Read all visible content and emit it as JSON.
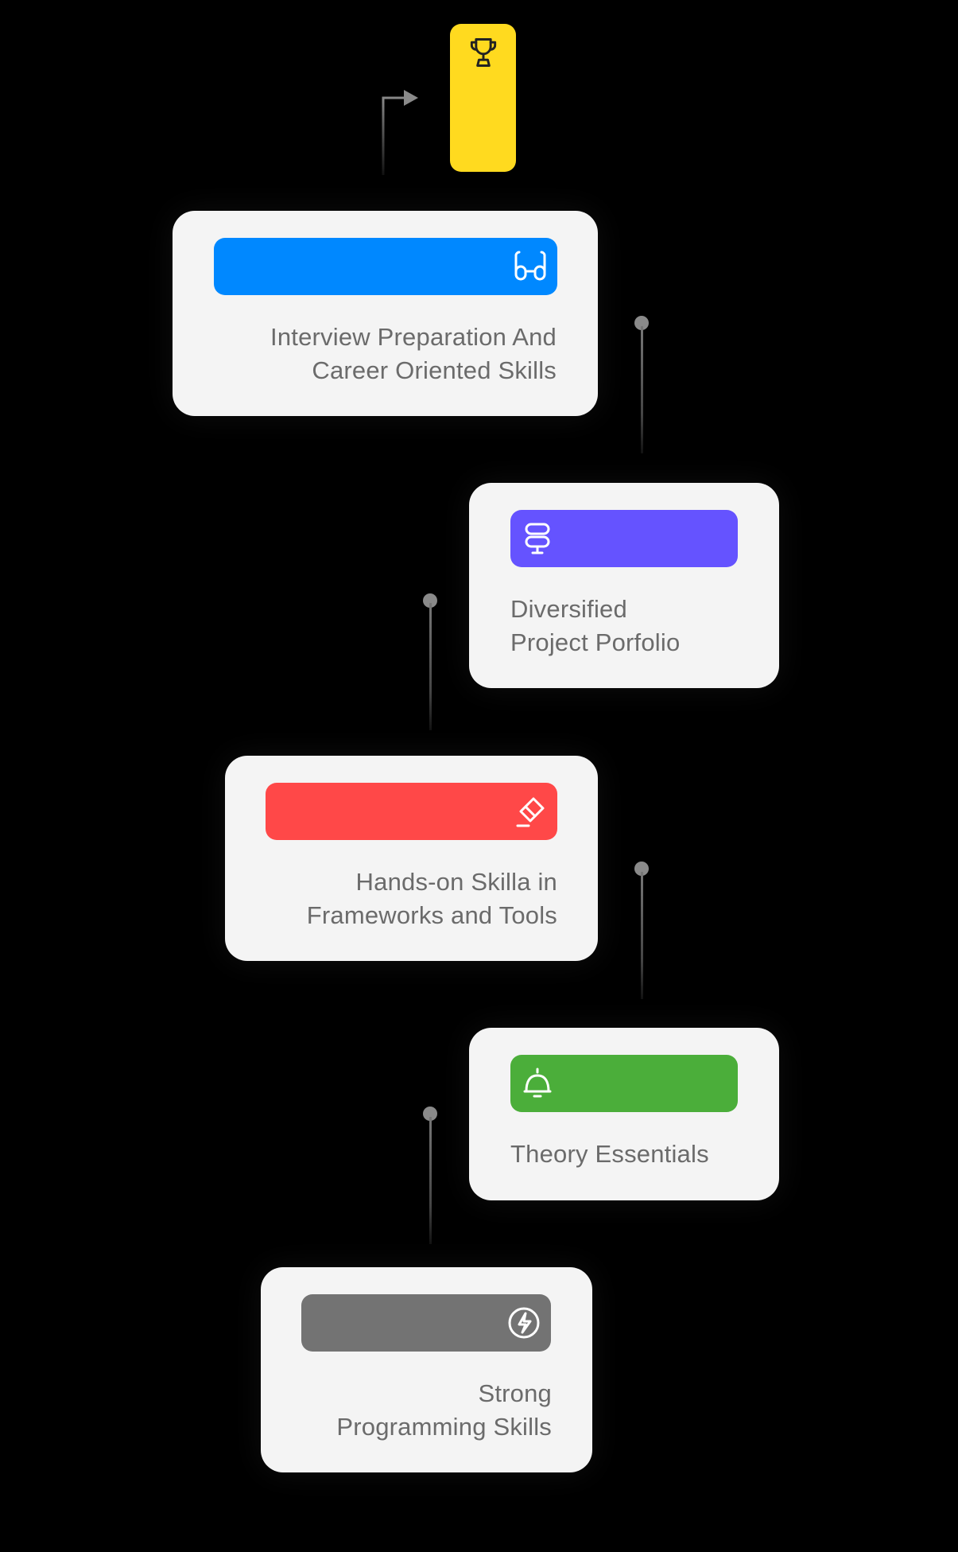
{
  "trophy": {
    "color": "#FFDA1F",
    "icon": "trophy-icon"
  },
  "steps": [
    {
      "label": "Interview Preparation And\nCareer Oriented Skills",
      "color": "#0088FF",
      "icon": "glasses-icon"
    },
    {
      "label": "Diversified\nProject Porfolio",
      "color": "#6553FF",
      "icon": "signpost-icon"
    },
    {
      "label": "Hands-on Skilla in\nFrameworks and Tools",
      "color": "#FF4848",
      "icon": "eraser-icon"
    },
    {
      "label": "Theory Essentials",
      "color": "#4BAE3A",
      "icon": "bell-icon"
    },
    {
      "label": "Strong\nProgramming Skills",
      "color": "#737373",
      "icon": "lightning-icon"
    }
  ]
}
